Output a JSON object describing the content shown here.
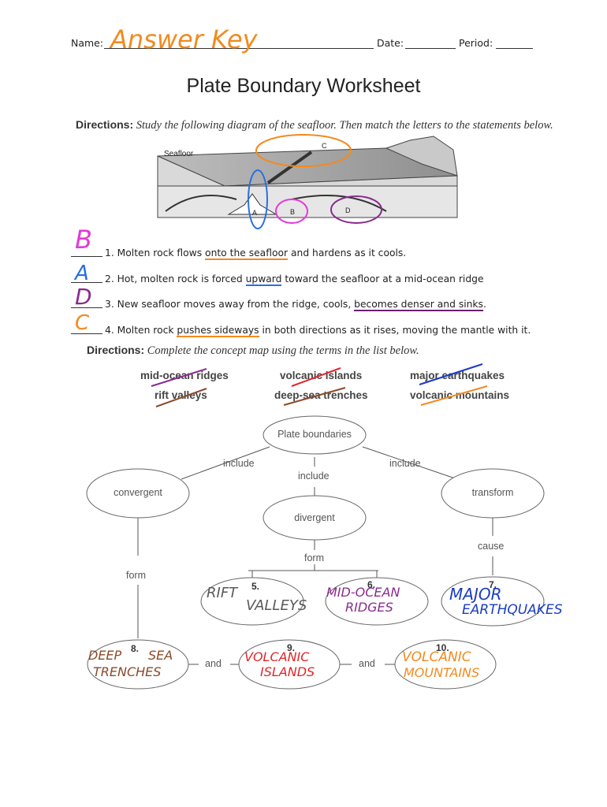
{
  "header": {
    "name_label": "Name:",
    "date_label": "Date:",
    "period_label": "Period:",
    "name_value": "Answer Key"
  },
  "title": "Plate Boundary Worksheet",
  "section1": {
    "directions_label": "Directions:",
    "directions_text": "Study the following diagram of the seafloor. Then match the letters to the statements below.",
    "diagram": {
      "seafloor_label": "Seafloor",
      "letters": [
        "A",
        "B",
        "C",
        "D"
      ]
    },
    "statements": [
      {
        "answer": "B",
        "num": "1.",
        "pre": "Molten rock flows ",
        "underline": "onto the seafloor",
        "post": " and hardens as it cools."
      },
      {
        "answer": "A",
        "num": "2.",
        "pre": "Hot, molten rock is forced ",
        "underline": "upward",
        "post": " toward the seafloor at a mid-ocean ridge"
      },
      {
        "answer": "D",
        "num": "3.",
        "pre": "New seafloor moves away from the ridge, cools, ",
        "underline": "becomes denser and sinks",
        "post": "."
      },
      {
        "answer": "C",
        "num": "4.",
        "pre": "Molten rock ",
        "underline": "pushes sideways",
        "post": " in both directions as it rises, moving the mantle with it."
      }
    ]
  },
  "section2": {
    "directions_label": "Directions:",
    "directions_text": "Complete the concept map using the terms in the list below.",
    "terms": [
      "mid-ocean ridges",
      "rift valleys",
      "volcanic islands",
      "deep-sea trenches",
      "major earthquakes",
      "volcanic mountains"
    ],
    "concept_map": {
      "root": "Plate boundaries",
      "link_include": "include",
      "convergent": "convergent",
      "divergent": "divergent",
      "transform": "transform",
      "form": "form",
      "cause": "cause",
      "and": "and",
      "blanks": [
        {
          "num": "5.",
          "answer_line1": "RIFT",
          "answer_line2": "VALLEYS"
        },
        {
          "num": "6.",
          "answer_line1": "MID-OCEAN",
          "answer_line2": "RIDGES"
        },
        {
          "num": "7.",
          "answer_line1": "MAJOR",
          "answer_line2": "EARTHQUAKES"
        },
        {
          "num": "8.",
          "answer_line1": "DEEP",
          "answer_line1b": "SEA",
          "answer_line2": "TRENCHES"
        },
        {
          "num": "9.",
          "answer_line1": "VOLCANIC",
          "answer_line2": "ISLANDS"
        },
        {
          "num": "10.",
          "answer_line1": "VOLCANIC",
          "answer_line2": "MOUNTAINS"
        }
      ]
    }
  },
  "colors": {
    "orange": "#f28a1e",
    "blue": "#2b6fe0",
    "purple": "#8a2b8f",
    "magenta": "#e23ad6",
    "brown": "#8b4a2a",
    "red": "#e0262b",
    "navy": "#1a3cc7"
  }
}
